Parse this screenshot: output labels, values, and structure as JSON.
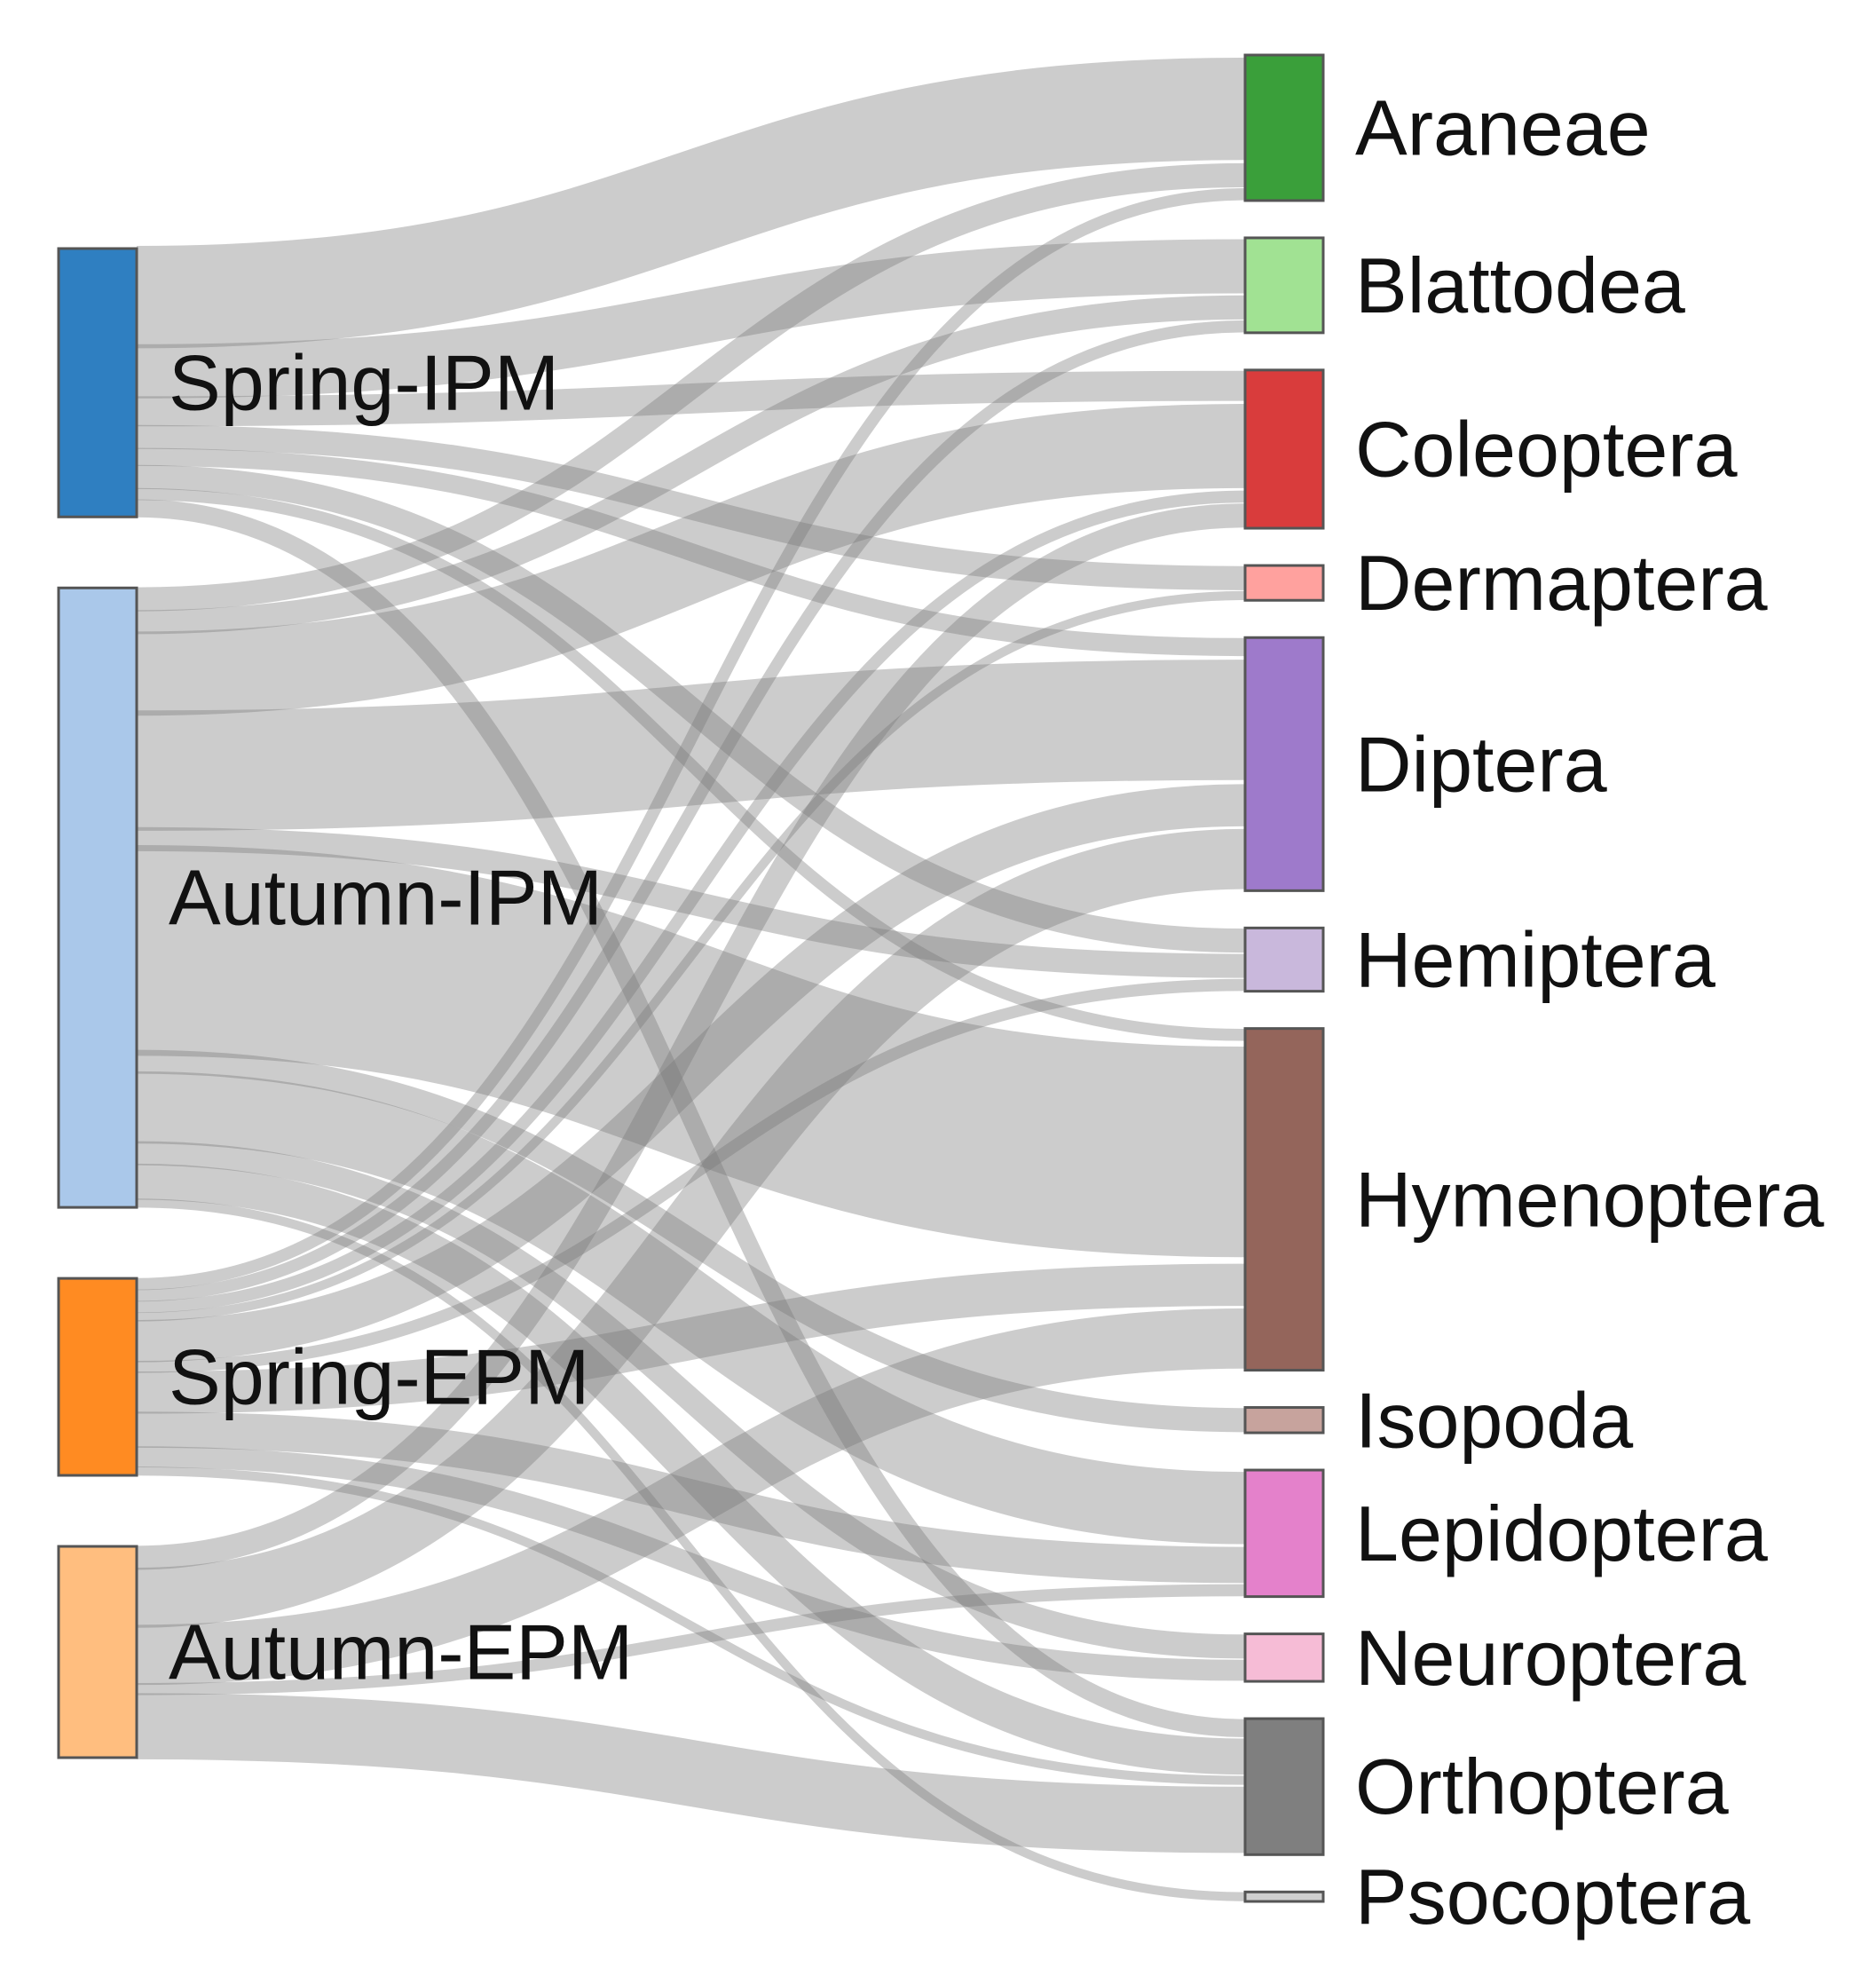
{
  "chart_data": {
    "type": "sankey",
    "sources": [
      {
        "name": "Spring-IPM",
        "color": "#2f7fc1"
      },
      {
        "name": "Autumn-IPM",
        "color": "#aac8ea"
      },
      {
        "name": "Spring-EPM",
        "color": "#ff8b22"
      },
      {
        "name": "Autumn-EPM",
        "color": "#ffbe7f"
      }
    ],
    "targets": [
      {
        "name": "Araneae",
        "color": "#3a9f3a"
      },
      {
        "name": "Blattodea",
        "color": "#a1e293"
      },
      {
        "name": "Coleoptera",
        "color": "#d93c3c"
      },
      {
        "name": "Dermaptera",
        "color": "#ffa19e"
      },
      {
        "name": "Diptera",
        "color": "#9e7acb"
      },
      {
        "name": "Hemiptera",
        "color": "#c9b8dc"
      },
      {
        "name": "Hymenoptera",
        "color": "#94655b"
      },
      {
        "name": "Isopoda",
        "color": "#c7a39d"
      },
      {
        "name": "Lepidoptera",
        "color": "#e481cb"
      },
      {
        "name": "Neuroptera",
        "color": "#f6bcd6"
      },
      {
        "name": "Orthoptera",
        "color": "#7f7f7f"
      },
      {
        "name": "Psocoptera",
        "color": "#cfcfcf"
      }
    ],
    "links": [
      {
        "source": "Spring-IPM",
        "target": "Araneae",
        "value": 34
      },
      {
        "source": "Spring-IPM",
        "target": "Blattodea",
        "value": 18
      },
      {
        "source": "Spring-IPM",
        "target": "Coleoptera",
        "value": 10
      },
      {
        "source": "Spring-IPM",
        "target": "Dermaptera",
        "value": 8
      },
      {
        "source": "Spring-IPM",
        "target": "Diptera",
        "value": 6
      },
      {
        "source": "Spring-IPM",
        "target": "Hemiptera",
        "value": 8
      },
      {
        "source": "Spring-IPM",
        "target": "Hymenoptera",
        "value": 4
      },
      {
        "source": "Spring-IPM",
        "target": "Orthoptera",
        "value": 6
      },
      {
        "source": "Autumn-IPM",
        "target": "Araneae",
        "value": 8
      },
      {
        "source": "Autumn-IPM",
        "target": "Blattodea",
        "value": 8
      },
      {
        "source": "Autumn-IPM",
        "target": "Coleoptera",
        "value": 28
      },
      {
        "source": "Autumn-IPM",
        "target": "Diptera",
        "value": 40
      },
      {
        "source": "Autumn-IPM",
        "target": "Hemiptera",
        "value": 8
      },
      {
        "source": "Autumn-IPM",
        "target": "Hymenoptera",
        "value": 70
      },
      {
        "source": "Autumn-IPM",
        "target": "Isopoda",
        "value": 8
      },
      {
        "source": "Autumn-IPM",
        "target": "Lepidoptera",
        "value": 24
      },
      {
        "source": "Autumn-IPM",
        "target": "Neuroptera",
        "value": 8
      },
      {
        "source": "Autumn-IPM",
        "target": "Orthoptera",
        "value": 12
      },
      {
        "source": "Autumn-IPM",
        "target": "Psocoptera",
        "value": 3
      },
      {
        "source": "Spring-EPM",
        "target": "Araneae",
        "value": 4
      },
      {
        "source": "Spring-EPM",
        "target": "Blattodea",
        "value": 4
      },
      {
        "source": "Spring-EPM",
        "target": "Coleoptera",
        "value": 4
      },
      {
        "source": "Spring-EPM",
        "target": "Dermaptera",
        "value": 3
      },
      {
        "source": "Spring-EPM",
        "target": "Diptera",
        "value": 14
      },
      {
        "source": "Spring-EPM",
        "target": "Hemiptera",
        "value": 4
      },
      {
        "source": "Spring-EPM",
        "target": "Hymenoptera",
        "value": 14
      },
      {
        "source": "Spring-EPM",
        "target": "Lepidoptera",
        "value": 12
      },
      {
        "source": "Spring-EPM",
        "target": "Neuroptera",
        "value": 7
      },
      {
        "source": "Spring-EPM",
        "target": "Orthoptera",
        "value": 3
      },
      {
        "source": "Autumn-EPM",
        "target": "Coleoptera",
        "value": 8
      },
      {
        "source": "Autumn-EPM",
        "target": "Diptera",
        "value": 20
      },
      {
        "source": "Autumn-EPM",
        "target": "Hymenoptera",
        "value": 20
      },
      {
        "source": "Autumn-EPM",
        "target": "Lepidoptera",
        "value": 4
      },
      {
        "source": "Autumn-EPM",
        "target": "Orthoptera",
        "value": 22
      }
    ]
  }
}
